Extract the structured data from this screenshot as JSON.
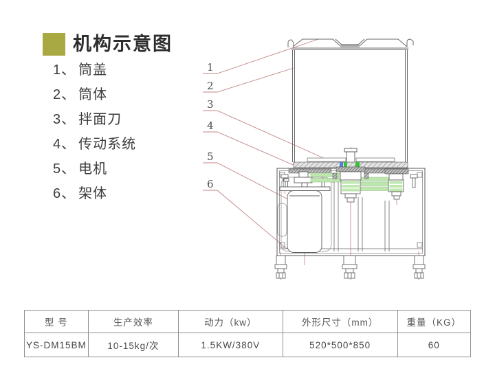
{
  "title": "机构示意图",
  "parts_list": [
    {
      "no": "1、",
      "name": "筒盖"
    },
    {
      "no": "2、",
      "name": "筒体"
    },
    {
      "no": "3、",
      "name": "拌面刀"
    },
    {
      "no": "4、",
      "name": "传动系统"
    },
    {
      "no": "5、",
      "name": "电机"
    },
    {
      "no": "6、",
      "name": "架体"
    }
  ],
  "diagram": {
    "callouts": [
      "1",
      "2",
      "3",
      "4",
      "5",
      "6"
    ]
  },
  "spec_table": {
    "headers": [
      "型 号",
      "生产效率",
      "动力（kw）",
      "外形尺寸（mm）",
      "重量（KG）"
    ],
    "row": [
      "YS-DM15BM",
      "10-15kg/次",
      "1.5KW/380V",
      "520*500*850",
      "60"
    ]
  },
  "colors": {
    "accent_square": "#a9a943",
    "leader_line": "#c28484",
    "belt_green": "#bde7ae",
    "highlight_green": "#35c435",
    "highlight_blue": "#5b79dd",
    "drawing_line": "#666666"
  }
}
